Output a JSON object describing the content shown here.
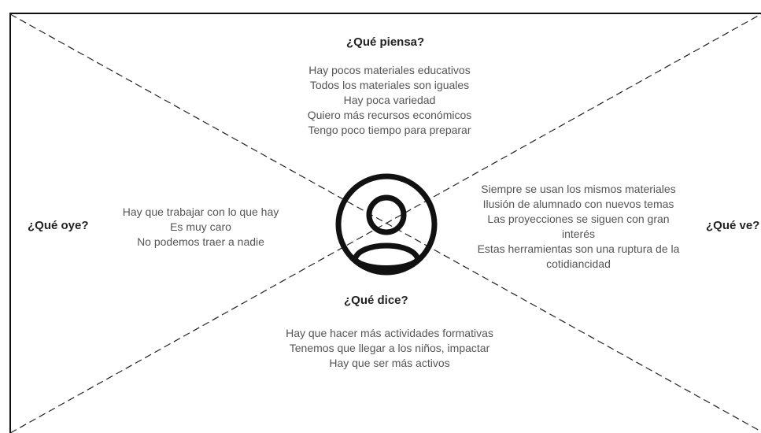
{
  "thinks": {
    "heading": "¿Qué piensa?",
    "items": [
      "Hay pocos materiales educativos",
      "Todos los materiales son iguales",
      "Hay poca variedad",
      "Quiero más recursos económicos",
      "Tengo poco tiempo para preparar"
    ]
  },
  "hears": {
    "heading": "¿Qué oye?",
    "items": [
      "Hay que trabajar con lo que hay",
      "Es muy caro",
      "No podemos traer a nadie"
    ]
  },
  "sees": {
    "heading": "¿Qué ve?",
    "items": [
      "Siempre se usan los mismos materiales",
      "Ilusión de alumnado con nuevos temas",
      "Las proyecciones se siguen con gran",
      "interés",
      "Estas herramientas son una ruptura de la",
      "cotidiancidad"
    ]
  },
  "says": {
    "heading": "¿Qué dice?",
    "items": [
      "Hay que hacer más actividades formativas",
      "Tenemos que llegar a los niños, impactar",
      "Hay que ser más activos"
    ]
  },
  "center": {
    "icon": "user-icon"
  }
}
